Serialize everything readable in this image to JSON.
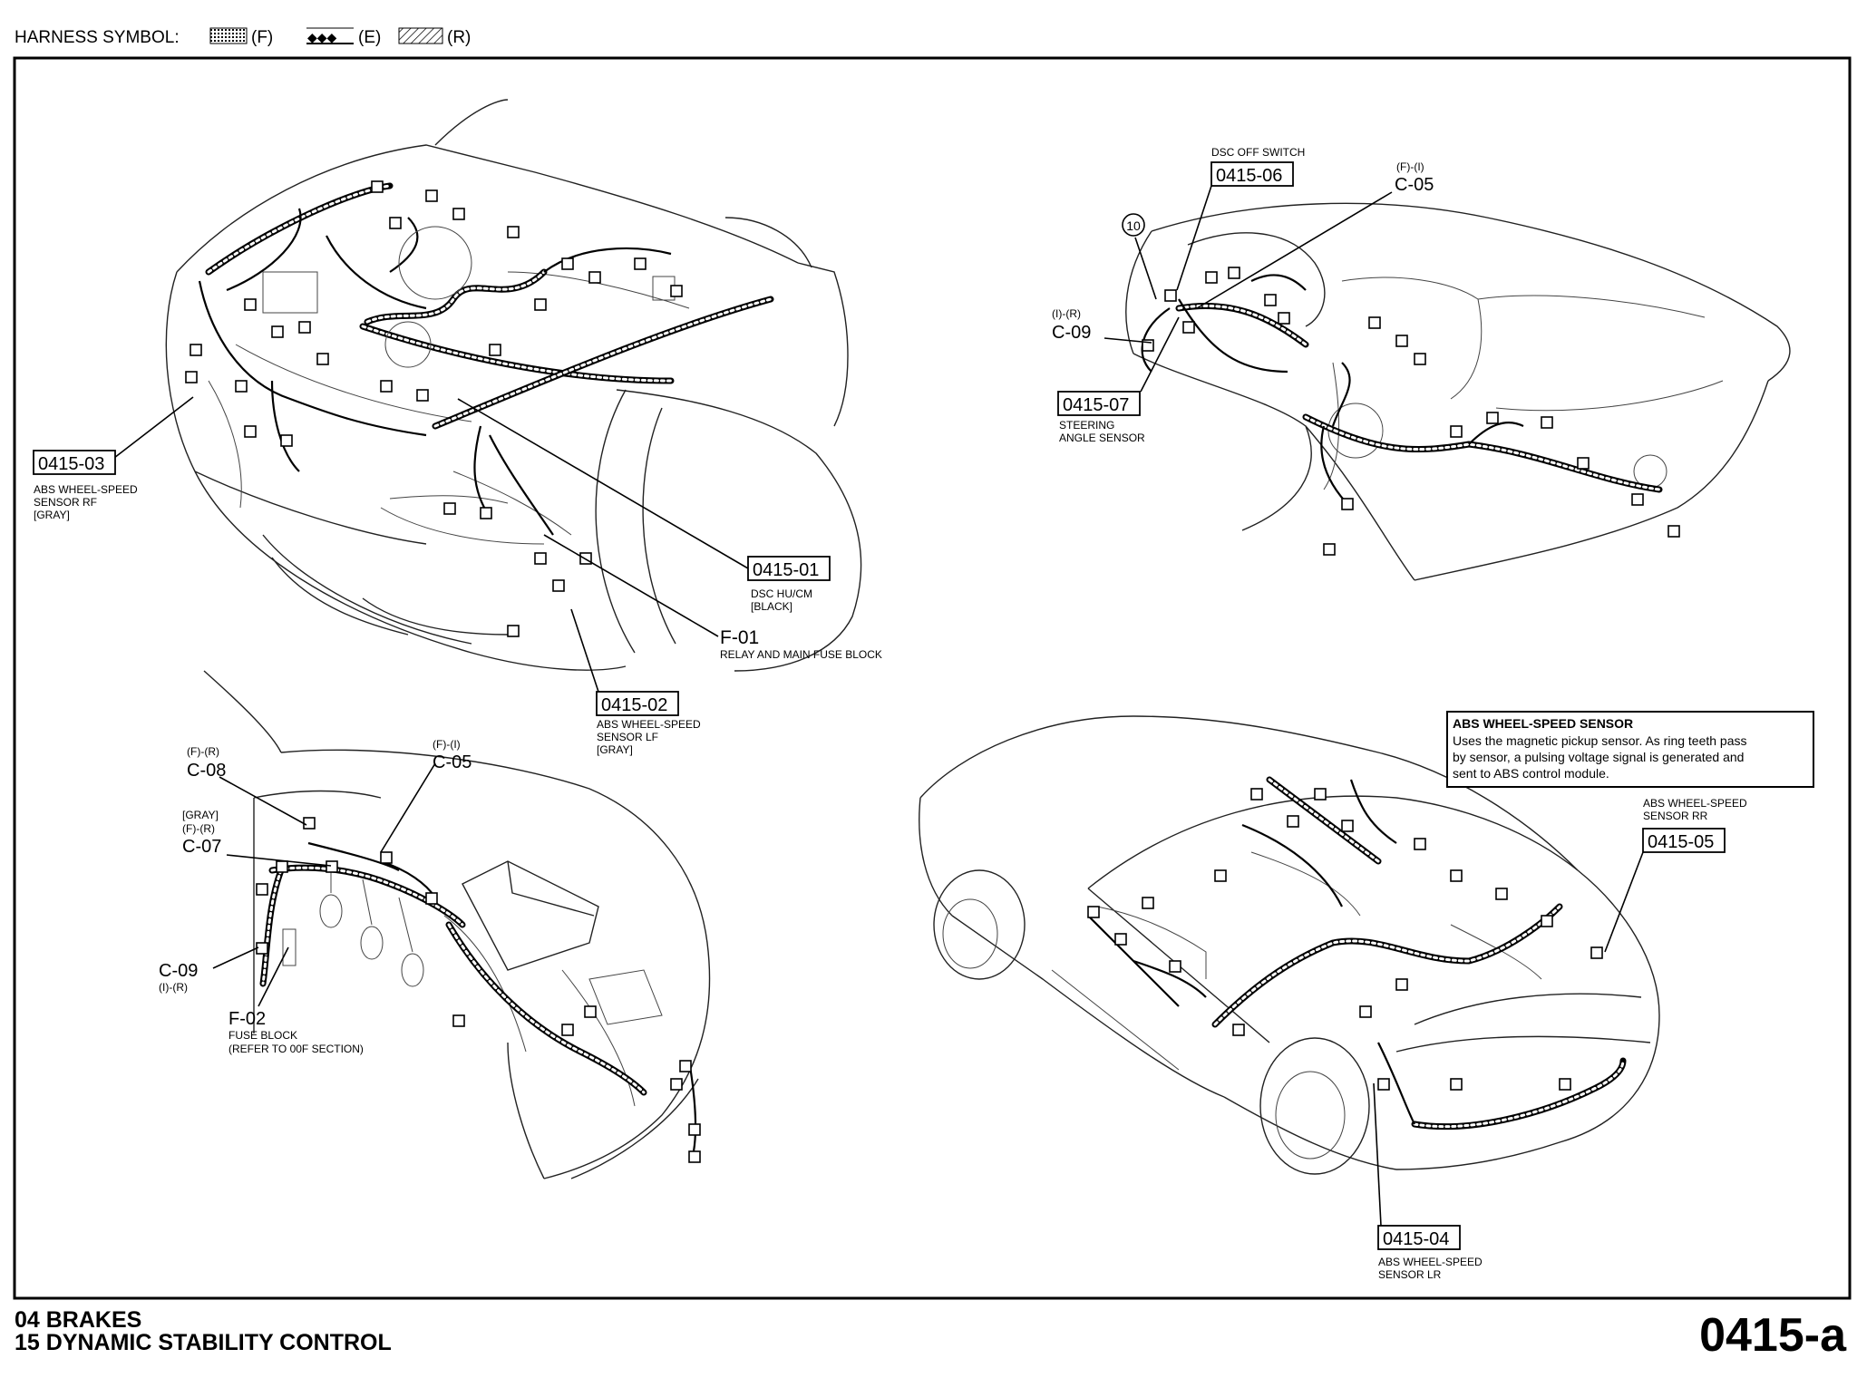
{
  "legend": {
    "label": "HARNESS SYMBOL:",
    "f": "(F)",
    "e": "(E)",
    "r": "(R)"
  },
  "callouts": {
    "c0415_03": {
      "id": "0415-03",
      "l1": "ABS WHEEL-SPEED",
      "l2": "SENSOR RF",
      "l3": "[GRAY]"
    },
    "c0415_01": {
      "id": "0415-01",
      "l1": "DSC HU/CM",
      "l2": "[BLACK]"
    },
    "f01": {
      "id": "F-01",
      "l1": "RELAY AND MAIN FUSE BLOCK"
    },
    "c0415_02": {
      "id": "0415-02",
      "l1": "ABS WHEEL-SPEED",
      "l2": "SENSOR LF",
      "l3": "[GRAY]"
    },
    "c0415_06": {
      "title": "DSC OFF SWITCH",
      "id": "0415-06"
    },
    "c05_top": {
      "code": "(F)-(I)",
      "id": "C-05"
    },
    "ten": {
      "id": "10"
    },
    "c09_top": {
      "code": "(I)-(R)",
      "id": "C-09"
    },
    "c0415_07": {
      "id": "0415-07",
      "l1": "STEERING",
      "l2": "ANGLE SENSOR"
    },
    "c08": {
      "code": "(F)-(R)",
      "id": "C-08"
    },
    "c05_bot": {
      "code": "(F)-(I)",
      "id": "C-05"
    },
    "c07": {
      "code1": "[GRAY]",
      "code2": "(F)-(R)",
      "id": "C-07"
    },
    "c09_bot": {
      "id": "C-09",
      "code": "(I)-(R)"
    },
    "f02": {
      "id": "F-02",
      "l1": "FUSE BLOCK",
      "l2": "(REFER TO 00F SECTION)"
    },
    "c0415_05": {
      "l1": "ABS WHEEL-SPEED",
      "l2": "SENSOR RR",
      "id": "0415-05"
    },
    "c0415_04": {
      "id": "0415-04",
      "l1": "ABS WHEEL-SPEED",
      "l2": "SENSOR LR"
    }
  },
  "info_box": {
    "title": "ABS WHEEL-SPEED SENSOR",
    "l1": "Uses the magnetic pickup sensor. As ring teeth pass",
    "l2": "by sensor, a pulsing voltage signal is generated and",
    "l3": "sent to ABS control module."
  },
  "footer": {
    "line1": "04  BRAKES",
    "line2": "15  DYNAMIC STABILITY CONTROL",
    "page": "0415-a"
  }
}
